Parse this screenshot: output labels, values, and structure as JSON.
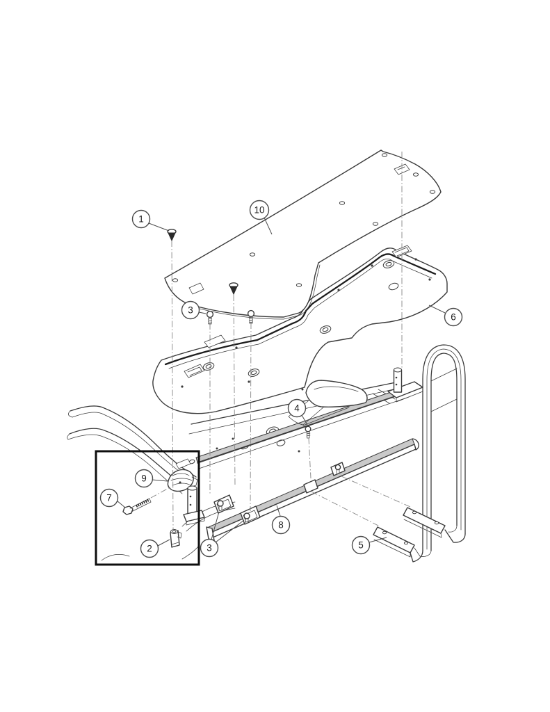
{
  "diagram": {
    "type": "exploded-parts-diagram",
    "callouts": [
      {
        "label": "1"
      },
      {
        "label": "10"
      },
      {
        "label": "3"
      },
      {
        "label": "6"
      },
      {
        "label": "4"
      },
      {
        "label": "9"
      },
      {
        "label": "7"
      },
      {
        "label": "2"
      },
      {
        "label": "3"
      },
      {
        "label": "8"
      },
      {
        "label": "5"
      }
    ],
    "colors": {
      "line": "#3a3a3a",
      "shade": "#c9c9c9",
      "background": "#ffffff"
    }
  }
}
